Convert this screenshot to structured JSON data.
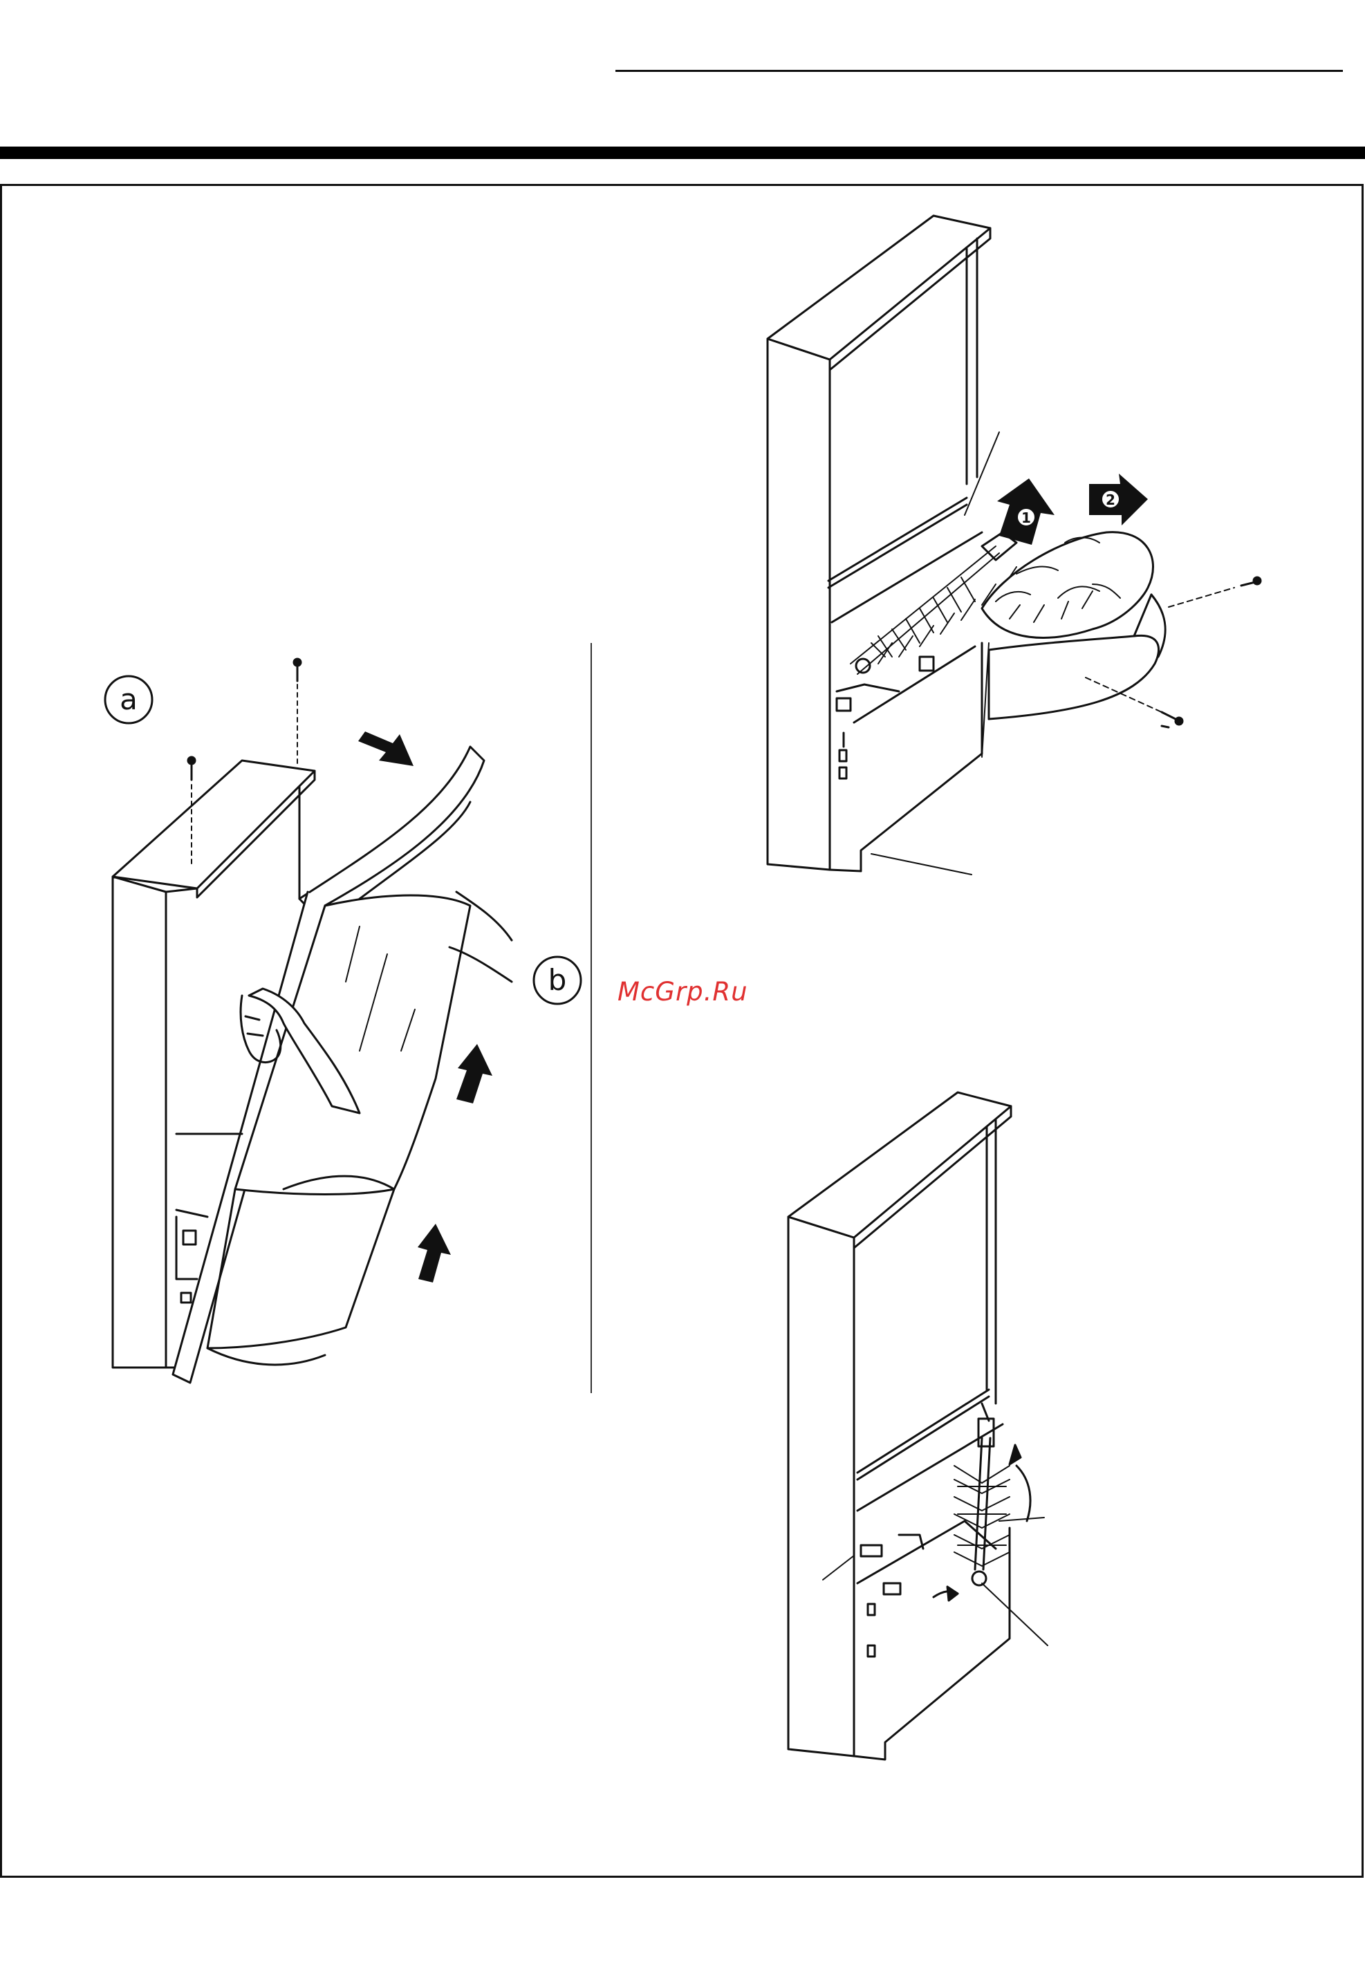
{
  "watermark": "McGrp.Ru",
  "figure_left": {
    "label_a": "a",
    "label_b": "b"
  },
  "figure_top_right": {
    "step_1": "1",
    "step_2": "2"
  },
  "colors": {
    "line": "#111111",
    "watermark": "#e03030"
  }
}
